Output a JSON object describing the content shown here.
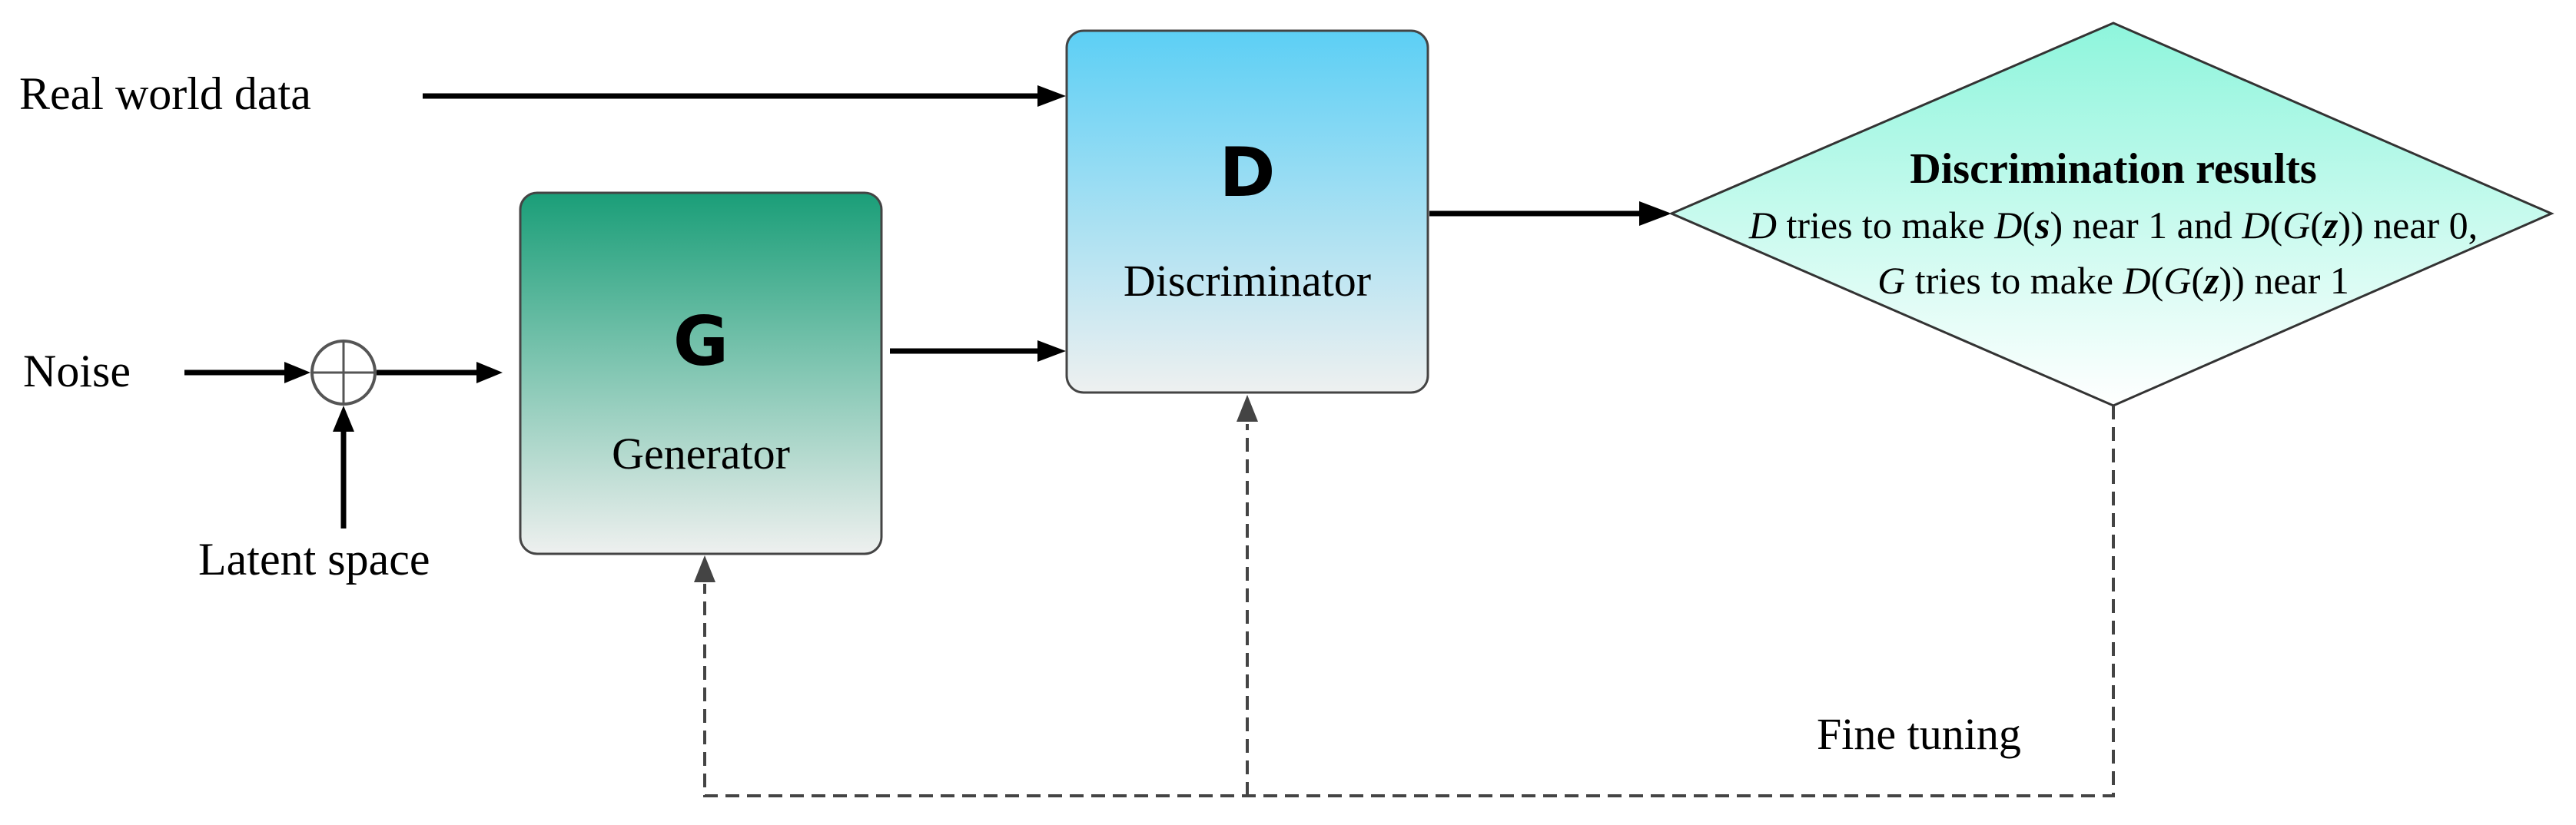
{
  "inputs": {
    "real_world_data": "Real world data",
    "noise": "Noise",
    "latent_space": "Latent space"
  },
  "generator": {
    "letter": "G",
    "label": "Generator"
  },
  "discriminator": {
    "letter": "D",
    "label": "Discriminator"
  },
  "results": {
    "title": "Discrimination results",
    "line1": {
      "a": "D",
      "b": " tries to make ",
      "c": "D",
      "d": "(",
      "e": "s",
      "f": ") near 1 and ",
      "g": "D",
      "h": "(",
      "i": "G",
      "j": "(",
      "k": "z",
      "l": ")) near 0,"
    },
    "line2": {
      "a": "G",
      "b": " tries to make ",
      "c": "D",
      "d": "(",
      "e": "G",
      "f": "(",
      "g": "z",
      "h": ")) near 1"
    }
  },
  "feedback": {
    "label": "Fine tuning"
  },
  "colors": {
    "generator_top": "#1a9e78",
    "generator_bottom": "#eef0ef",
    "discriminator_top": "#5ccff5",
    "discriminator_bottom": "#eef0f0",
    "results_top": "#8ef5dc",
    "results_bottom": "#ffffff"
  }
}
